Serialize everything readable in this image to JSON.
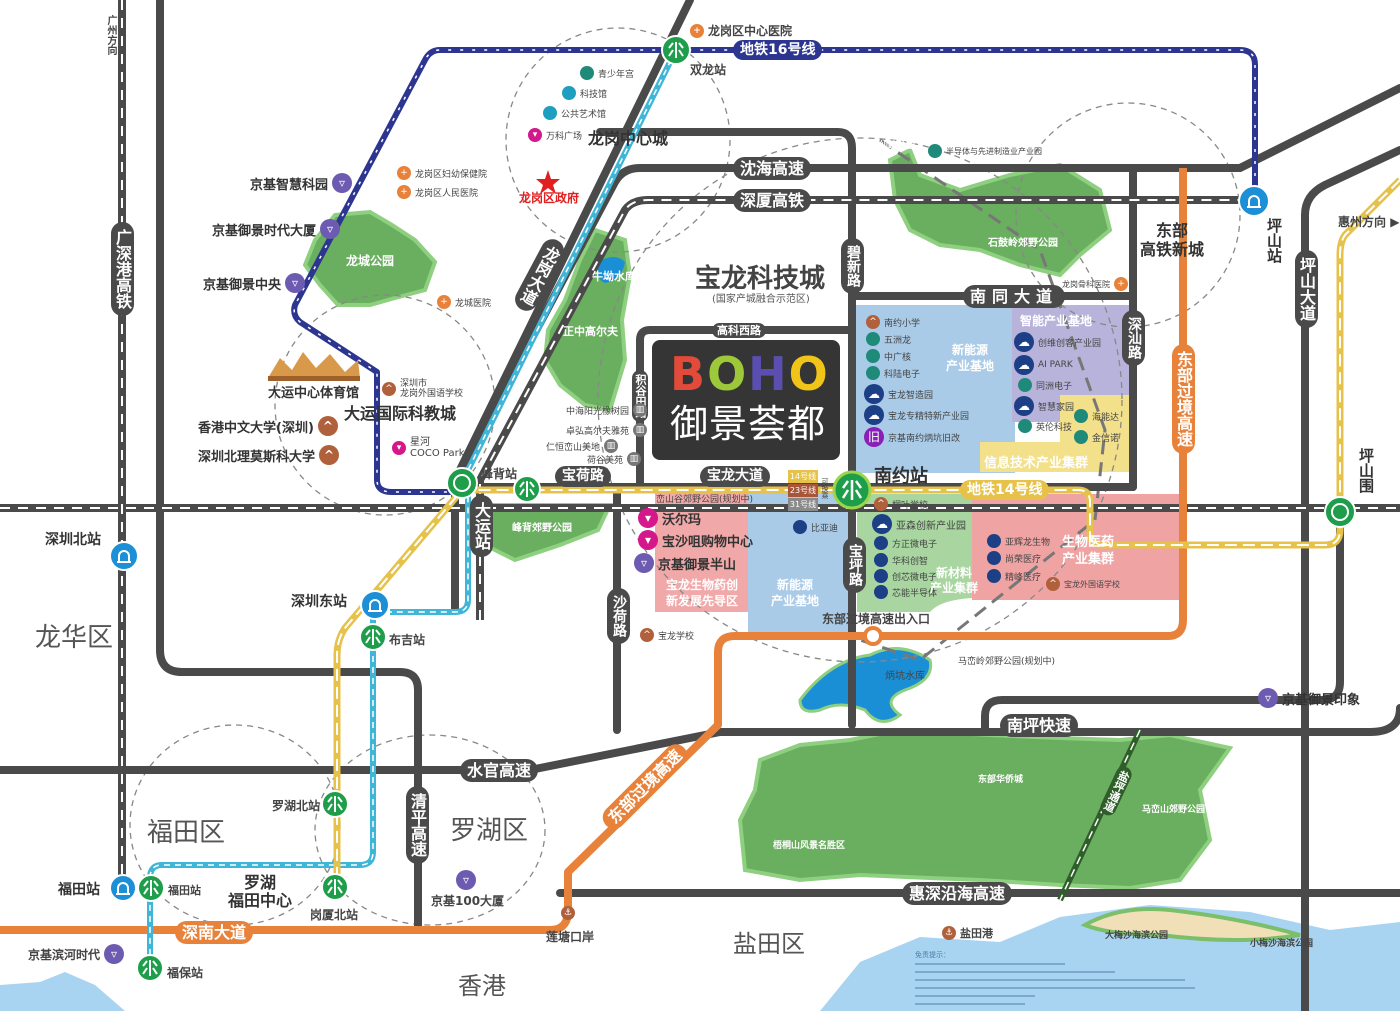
{
  "colors": {
    "road": "#4a4a4a",
    "expressway_orange": "#e8823a",
    "metro16": "#2c3590",
    "metro3": "#3fb6d8",
    "metro14": "#e6c24a",
    "park": "#6aae5f",
    "sea": "#a8d4f2",
    "metro_station": "#1e9e4a",
    "rail_station": "#1d8fd6"
  },
  "project": {
    "brand_letters": [
      "B",
      "O",
      "H",
      "O"
    ],
    "name": "御景荟都",
    "area": "宝龙科技城",
    "area_sub": "(国家产城融合示范区)"
  },
  "roads": {
    "shenhai": "沈海高速",
    "shenxia": "深厦高铁",
    "nantong": "南同大道",
    "nanping": "南坪快速",
    "shuiguan": "水官高速",
    "huishen": "惠深沿海高速",
    "shennan": "深南大道",
    "baohe": "宝荷路",
    "baolong": "宝龙大道",
    "gaokexi": "高科西路",
    "gsg": "广深港高铁",
    "qingping": "清平高速",
    "bixin": "碧新路",
    "baoping": "宝坪路",
    "shenshan": "深汕路",
    "pingshan": "坪山大道",
    "shahe": "沙荷路",
    "jigutian": "积谷田路",
    "longgang": "龙岗大道",
    "eastern_v": "东部过境高速",
    "eastern_d": "东部过境高速",
    "yanping": "盐坪通道"
  },
  "metro": {
    "line16": "地铁16号线",
    "line14": "地铁14号线",
    "transfer": [
      "14号线",
      "23号线",
      "31号线"
    ],
    "transfer_note": "可换乘"
  },
  "stations": {
    "shuanglong": "双龙站",
    "dayun": "大运站",
    "fengbei": "峰背站",
    "nanyue": "南约站",
    "buji": "布吉站",
    "luohubei": "罗湖北站",
    "gangxiabei": "岗厦北站",
    "futian_metro": "福田站",
    "futian_rail": "福田站",
    "fubao": "福保站",
    "shenzhenbei": "深圳北站",
    "shenzhendong": "深圳东站",
    "pingshan": "坪山站",
    "pingshanwei": "坪山围"
  },
  "directions": {
    "guangzhou": "广州方向",
    "huizhou": "惠州方向"
  },
  "districts": {
    "longhua": "龙华区",
    "futian": "福田区",
    "luohu": "罗湖区",
    "yantian": "盐田区",
    "hongkong": "香港",
    "lf_center": "罗湖\n福田中心",
    "lg_center": "龙岗中心城",
    "dayun_city": "大运国际科教城",
    "east_hsr": "东部\n高铁新城"
  },
  "pois": {
    "lg_hospital": "龙岗区中心医院",
    "youth": "青少年宫",
    "sci": "科技馆",
    "art": "公共艺术馆",
    "vanke": "万科广场",
    "gov": "龙岗区政府",
    "fuyou": "龙岗区妇幼保健院",
    "renmin": "龙岗区人民医院",
    "longcheng_hosp": "龙城医院",
    "jk_zhihui": "京基智慧科园",
    "jk_shidai": "京基御景时代大厦",
    "jk_zhongyang": "京基御景中央",
    "longcheng_park": "龙城公园",
    "niuao": "牛坳水库",
    "zhongzheng": "正中高尔夫",
    "dayun_gym": "大运中心体育馆",
    "lg_foreign": "深圳市\n龙岗外国语学校",
    "cuhk": "香港中文大学(深圳)",
    "bit": "深圳北理莫斯科大学",
    "coco": "星河\nCOCO Park",
    "zhonghai": "中海阳光橡树园",
    "zhuohong": "卓弘高尔夫雅苑",
    "renheng": "仁恒峦山美地",
    "hegu": "荷谷美苑",
    "baxian": "八仙岭公园",
    "semi": "半导体与先进制造业产业园",
    "shiguling": "石鼓岭郊野公园",
    "guke": "龙岗骨科医院",
    "fengbei_park": "峰背郊野公园",
    "luanshangu": "峦山谷郊野公园(规划中)",
    "walmart": "沃尔玛",
    "baosha": "宝沙咀购物中心",
    "jk_banshan": "京基御景半山",
    "byd": "比亚迪",
    "bl_school": "宝龙学校",
    "exit": "东部过境高速出入口",
    "bingkeng": "炳坑水库",
    "maluanling": "马峦岭郊野公园(规划中)",
    "jk_yinxiang": "京基御景印象",
    "octcity": "东部华侨城",
    "wutong": "梧桐山风景名胜区",
    "maluanshan": "马峦山郊野公园",
    "yantian_port": "盐田港",
    "dameisha": "大梅沙海滨公园",
    "xiaomeisha": "小梅沙海滨公园",
    "liantang": "莲塘口岸",
    "jk100": "京基100大厦",
    "jk_binhe": "京基滨河时代"
  },
  "zones": {
    "newenergy_n": {
      "title": "新能源\n产业基地",
      "items": [
        "南约小学",
        "五洲龙",
        "中广核",
        "科陆电子",
        "宝龙智造园",
        "宝龙专精特新产业园",
        "京基南约炳坑旧改"
      ]
    },
    "smart": {
      "title": "智能产业基地",
      "items": [
        "创维创客产业园",
        "AI PARK",
        "同洲电子",
        "智慧家园",
        "英伦科技",
        "海能达",
        "金信诺"
      ]
    },
    "it": {
      "title": "信息技术产业集群"
    },
    "material": {
      "title": "新材料\n产业集群",
      "items": [
        "桐叶学校",
        "亚森创新产业园",
        "方正微电子",
        "华科创智",
        "创芯微电子",
        "芯能半导体"
      ]
    },
    "bio": {
      "title": "生物医药\n产业集群",
      "items": [
        "亚辉龙生物",
        "尚荣医疗",
        "精峰医疗",
        "宝龙外国语学校"
      ]
    },
    "biopilot": {
      "title": "宝龙生物药创\n新发展先导区"
    },
    "newenergy_s": {
      "title": "新能源\n产业基地"
    }
  },
  "disclaimer": {
    "title": "免责提示："
  }
}
